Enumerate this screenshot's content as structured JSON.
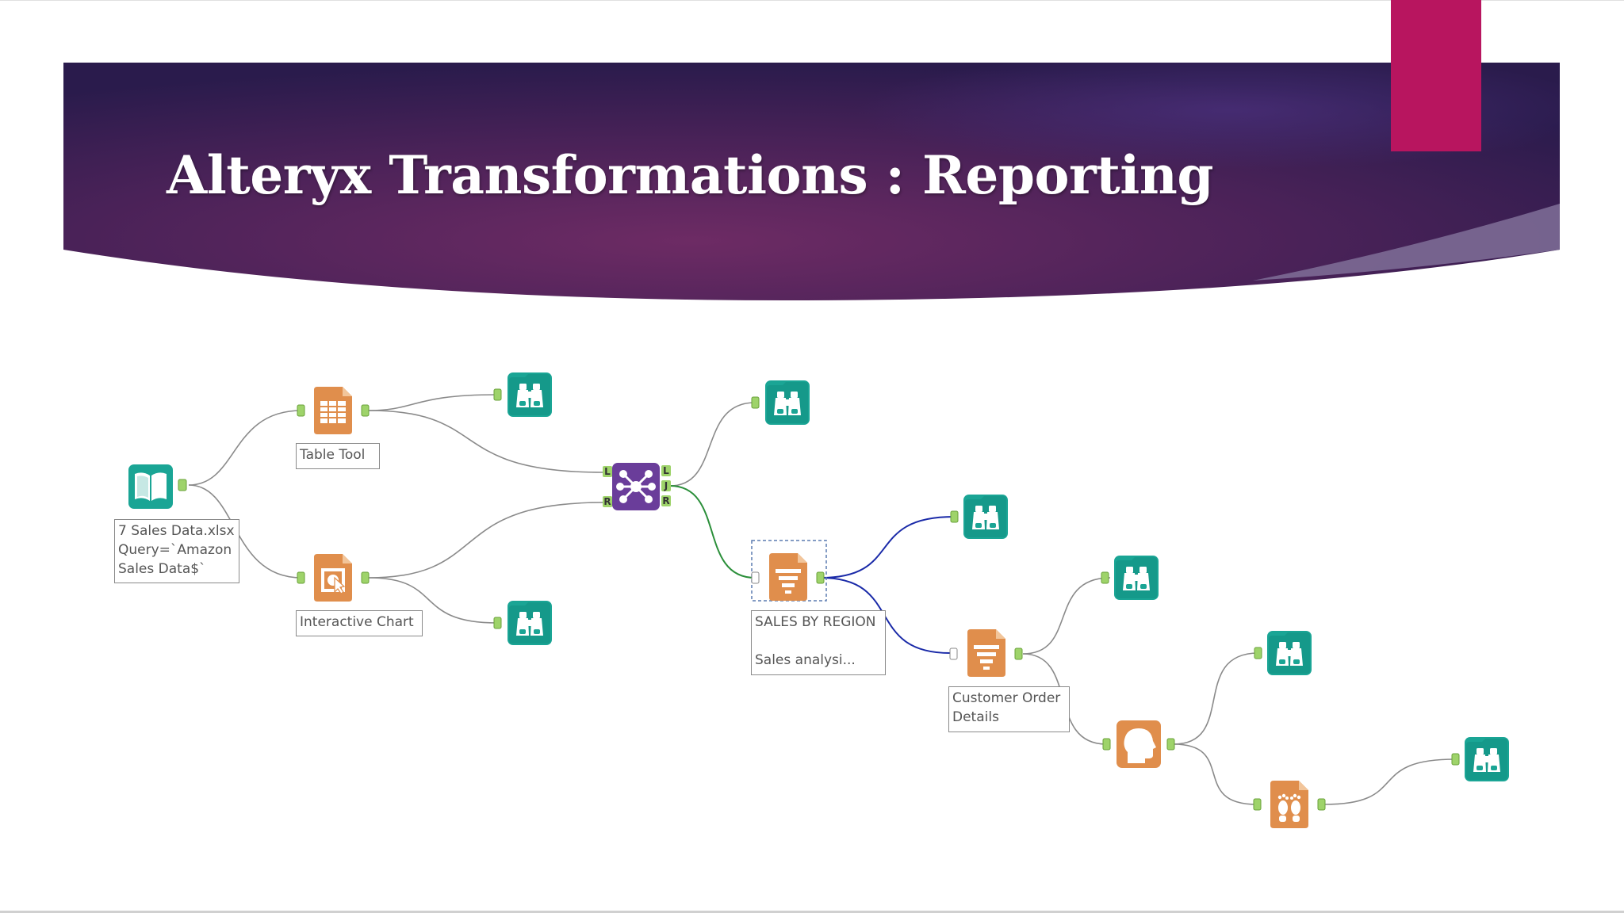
{
  "slide": {
    "title": "Alteryx Transformations : Reporting"
  },
  "colors": {
    "banner_dark": "#2a1a4e",
    "banner_mid": "#6b2a62",
    "accent": "#b8155f",
    "browse_tool": "#1aa595",
    "report_tool": "#e08e4c",
    "join_tool": "#6a3d9a",
    "connection_default": "#8a8a8a",
    "connection_green": "#2b8f3a",
    "connection_blue": "#1a2aa8"
  },
  "workflow": {
    "tools": [
      {
        "id": "input",
        "icon": "input-data-book-icon",
        "label": "7 Sales Data.xlsx\nQuery=`Amazon\nSales Data$`"
      },
      {
        "id": "table",
        "icon": "table-tool-icon",
        "label": "Table Tool"
      },
      {
        "id": "chart",
        "icon": "interactive-chart-icon",
        "label": "Interactive Chart"
      },
      {
        "id": "join",
        "icon": "join-multiple-icon",
        "label": "",
        "anchors": [
          "L",
          "R",
          "L",
          "J",
          "R"
        ]
      },
      {
        "id": "layout1",
        "icon": "layout-tool-icon",
        "label": "SALES BY REGION\n\nSales analysi..."
      },
      {
        "id": "layout2",
        "icon": "layout-tool-icon",
        "label": "Customer Order\nDetails"
      },
      {
        "id": "persona",
        "icon": "render-head-icon",
        "label": ""
      },
      {
        "id": "footer",
        "icon": "report-footer-icon",
        "label": ""
      },
      {
        "id": "browse1",
        "icon": "browse-binoculars-icon"
      },
      {
        "id": "browse2",
        "icon": "browse-binoculars-icon"
      },
      {
        "id": "browse3",
        "icon": "browse-binoculars-icon"
      },
      {
        "id": "browse4",
        "icon": "browse-binoculars-icon"
      },
      {
        "id": "browse5",
        "icon": "browse-binoculars-icon"
      },
      {
        "id": "browse6",
        "icon": "browse-binoculars-icon"
      },
      {
        "id": "browse7",
        "icon": "browse-binoculars-icon"
      },
      {
        "id": "browse8",
        "icon": "browse-binoculars-icon"
      }
    ]
  }
}
